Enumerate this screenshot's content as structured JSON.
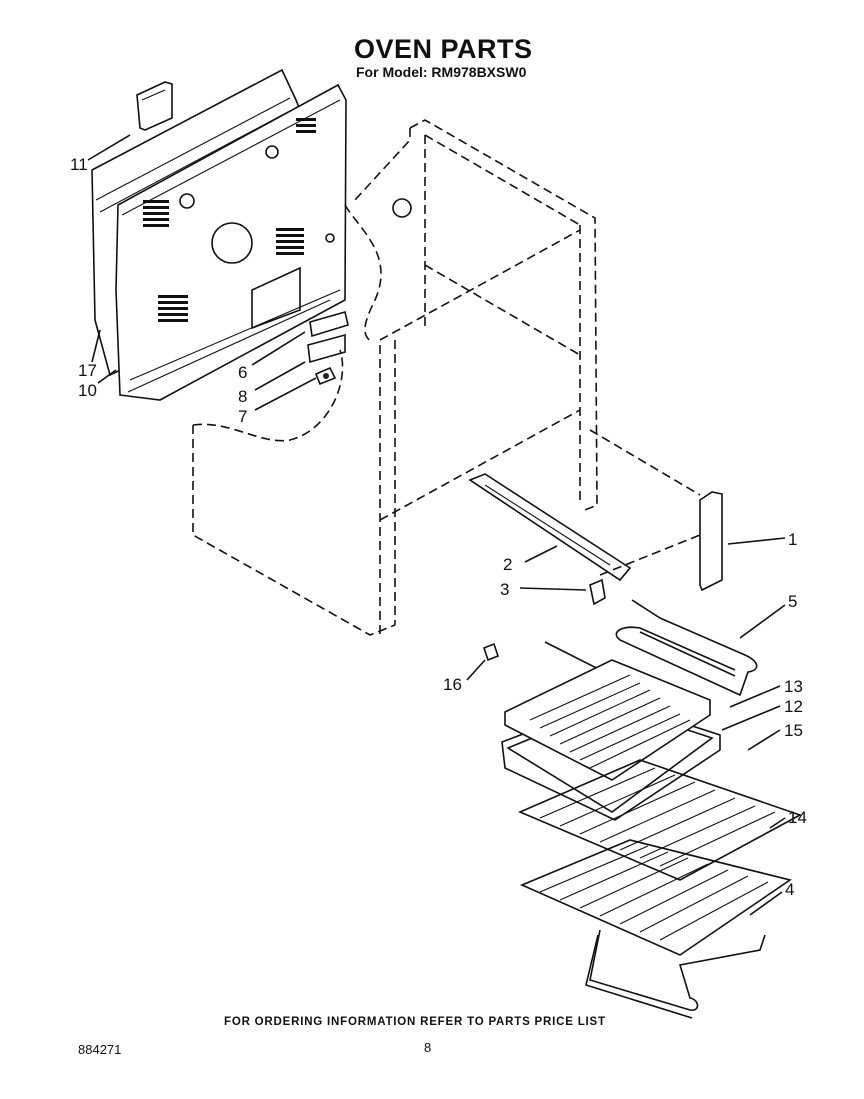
{
  "title": "OVEN PARTS",
  "subtitle": "For Model: RM978BXSW0",
  "footer_note": "FOR ORDERING INFORMATION REFER TO PARTS PRICE LIST",
  "document_number": "884271",
  "page_number": "8",
  "callouts": [
    "11",
    "17",
    "10",
    "6",
    "8",
    "7",
    "1",
    "2",
    "3",
    "5",
    "16",
    "13",
    "12",
    "15",
    "14",
    "4"
  ]
}
